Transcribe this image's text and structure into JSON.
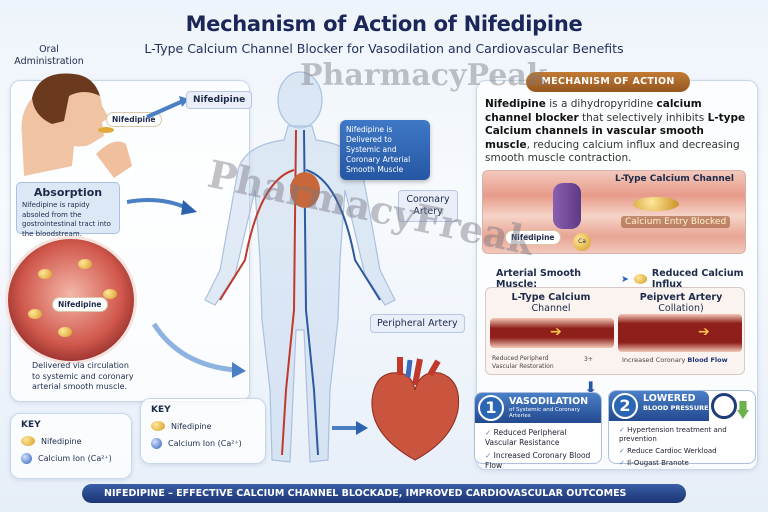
{
  "header": {
    "title": "Mechanism of Action of Nifedipine",
    "subtitle": "L-Type Calcium Channel Blocker for Vasodilation and Cardiovascular Benefits"
  },
  "left": {
    "oral_administration": "Oral Administration",
    "pill_label": "Nifedipine",
    "arrow_label": "Nifedipine",
    "absorption_title": "Absorption",
    "absorption_text": "Nifedipine is rapidy absoled from the gostrointestinal tract into the bloodstream.",
    "vessel_label": "Nifedipine",
    "delivered_text": "Delivered via circulation to systemic and coronary arterial smooth muscle."
  },
  "keys": [
    {
      "title": "KEY",
      "items": [
        {
          "label": "Nifedipine",
          "icon": "yellow-pill-icon"
        },
        {
          "label": "Calcium Ion (Ca²⁺)",
          "icon": "blue-ion-icon"
        }
      ]
    },
    {
      "title": "KEY",
      "items": [
        {
          "label": "Nifedipine",
          "icon": "yellow-pill-icon"
        },
        {
          "label": "Calcium Ion (Ca²⁺)",
          "icon": "blue-ion-icon"
        }
      ]
    }
  ],
  "body": {
    "delivered_box": "Nifedipine is Delivered to Systemic and Coronary Arterial Smooth Muscle",
    "coronary_artery": "Coronary Artery",
    "peripheral_artery": "Peripheral Artery"
  },
  "mechanism": {
    "header": "MECHANISM OF ACTION",
    "text_parts": [
      "Nifedipine",
      " is a dihydropyridine ",
      "calcium channel blocker",
      " that selectively inhibits ",
      "L-type Calcium channels in vascular smooth muscle",
      ", reducing calcium influx and decreasing smooth muscle contraction."
    ],
    "channel_label": "L-Type Calcium Channel",
    "blocked_label": "Calcium Entry Blocked",
    "nifedipine_tag": "Nifedipine",
    "ca_tag": "Ca"
  },
  "arterial": {
    "heading_left": "Arterial Smooth Muscle:",
    "heading_right": "Reduced Calcium Influx",
    "left_title": "L-Type Calcium",
    "left_sub": "Channel",
    "right_title": "Peipvert Artery",
    "right_sub": "Collation)",
    "note_left": "Reduced Peripherd Vascular Restoration",
    "note_mid": "3+",
    "note_right_a": "Increased Coronary ",
    "note_right_b": "Blood Flow"
  },
  "benefits": [
    {
      "num": "1",
      "title": "VASODILATION",
      "subtitle": "of Systemic and Coronary Arteries",
      "items": [
        "Reduced Peripheral Vascular Resistance",
        "Increased Coronary Blood Flow"
      ]
    },
    {
      "num": "2",
      "title": "LOWERED",
      "subtitle": "BLOOD PRESSURE",
      "items": [
        "Hypertension treatment and prevention",
        "Reduce Cardioc Werkload",
        "Il-Ougast Branote"
      ]
    }
  ],
  "footer": "NIFEDIPINE – EFFECTIVE CALCIUM CHANNEL BLOCKADE, IMPROVED CARDIOVASCULAR OUTCOMES",
  "watermarks": [
    "PharmacyPeak",
    "PharmacyFreak"
  ],
  "colors": {
    "title": "#1b2659",
    "mechanism_header": "#b06a2a",
    "accent_blue": "#2557a3",
    "footer": "#1b3473"
  }
}
